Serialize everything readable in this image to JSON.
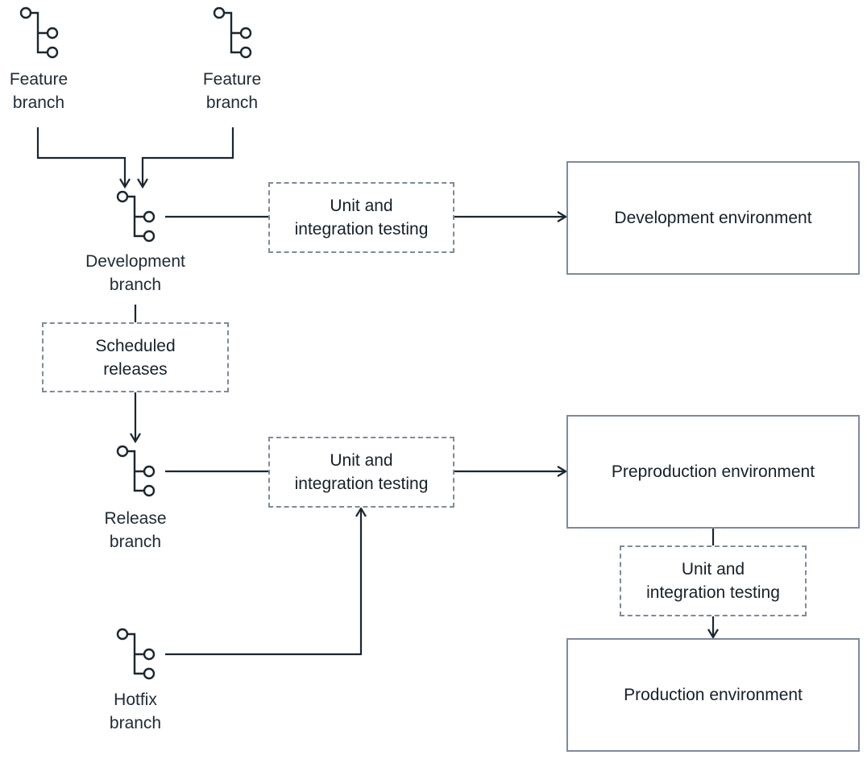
{
  "colors": {
    "line": "#1b2630",
    "box_border": "#7f8a9c",
    "text": "#16202a"
  },
  "branches": {
    "feature_1": {
      "line1": "Feature",
      "line2": "branch",
      "icon": "git-branch-icon"
    },
    "feature_2": {
      "line1": "Feature",
      "line2": "branch",
      "icon": "git-branch-icon"
    },
    "development": {
      "line1": "Development",
      "line2": "branch",
      "icon": "git-branch-icon"
    },
    "release": {
      "line1": "Release",
      "line2": "branch",
      "icon": "git-branch-icon"
    },
    "hotfix": {
      "line1": "Hotfix",
      "line2": "branch",
      "icon": "git-branch-icon"
    }
  },
  "process_boxes": {
    "testing_dev": {
      "line1": "Unit and",
      "line2": "integration testing"
    },
    "scheduled": {
      "line1": "Scheduled",
      "line2": "releases"
    },
    "testing_release": {
      "line1": "Unit and",
      "line2": "integration testing"
    },
    "testing_preprod": {
      "line1": "Unit and",
      "line2": "integration testing"
    }
  },
  "environments": {
    "development": "Development environment",
    "preproduction": "Preproduction environment",
    "production": "Production environment"
  }
}
